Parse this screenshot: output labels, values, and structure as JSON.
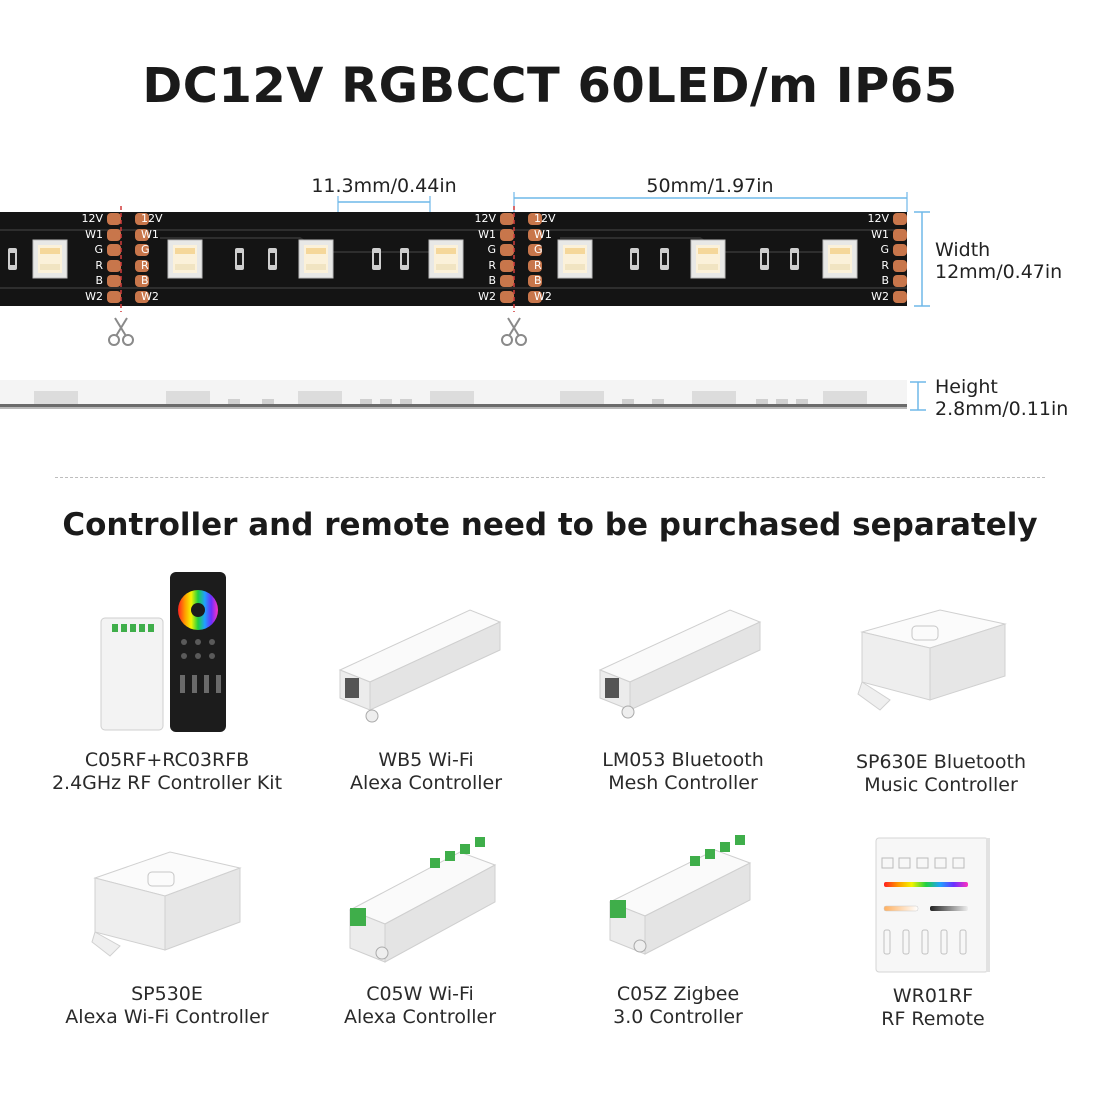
{
  "title": "DC12V RGBCCT 60LED/m IP65",
  "dimensions": {
    "pitch": "11.3mm/0.44in",
    "cut_length": "50mm/1.97in",
    "width_label": "Width",
    "width_value": "12mm/0.47in",
    "height_label": "Height",
    "height_value": "2.8mm/0.11in"
  },
  "pad_labels": [
    "12V",
    "W1",
    "G",
    "R",
    "B",
    "W2"
  ],
  "notice": "Controller and remote need to be purchased separately",
  "products": [
    {
      "line1": "C05RF+RC03RFB",
      "line2": "2.4GHz RF Controller Kit"
    },
    {
      "line1": "WB5 Wi-Fi",
      "line2": "Alexa Controller"
    },
    {
      "line1": "LM053 Bluetooth",
      "line2": "Mesh Controller"
    },
    {
      "line1": "SP630E Bluetooth",
      "line2": "Music Controller"
    },
    {
      "line1": "SP530E",
      "line2": "Alexa Wi-Fi Controller"
    },
    {
      "line1": "C05W Wi-Fi",
      "line2": "Alexa Controller"
    },
    {
      "line1": "C05Z Zigbee",
      "line2": "3.0 Controller"
    },
    {
      "line1": "WR01RF",
      "line2": "RF Remote"
    }
  ],
  "colors": {
    "strip": "#141414",
    "pad": "#c8764b",
    "dimension_line": "#6fb8e8",
    "cut_mark": "#d23c3c"
  }
}
